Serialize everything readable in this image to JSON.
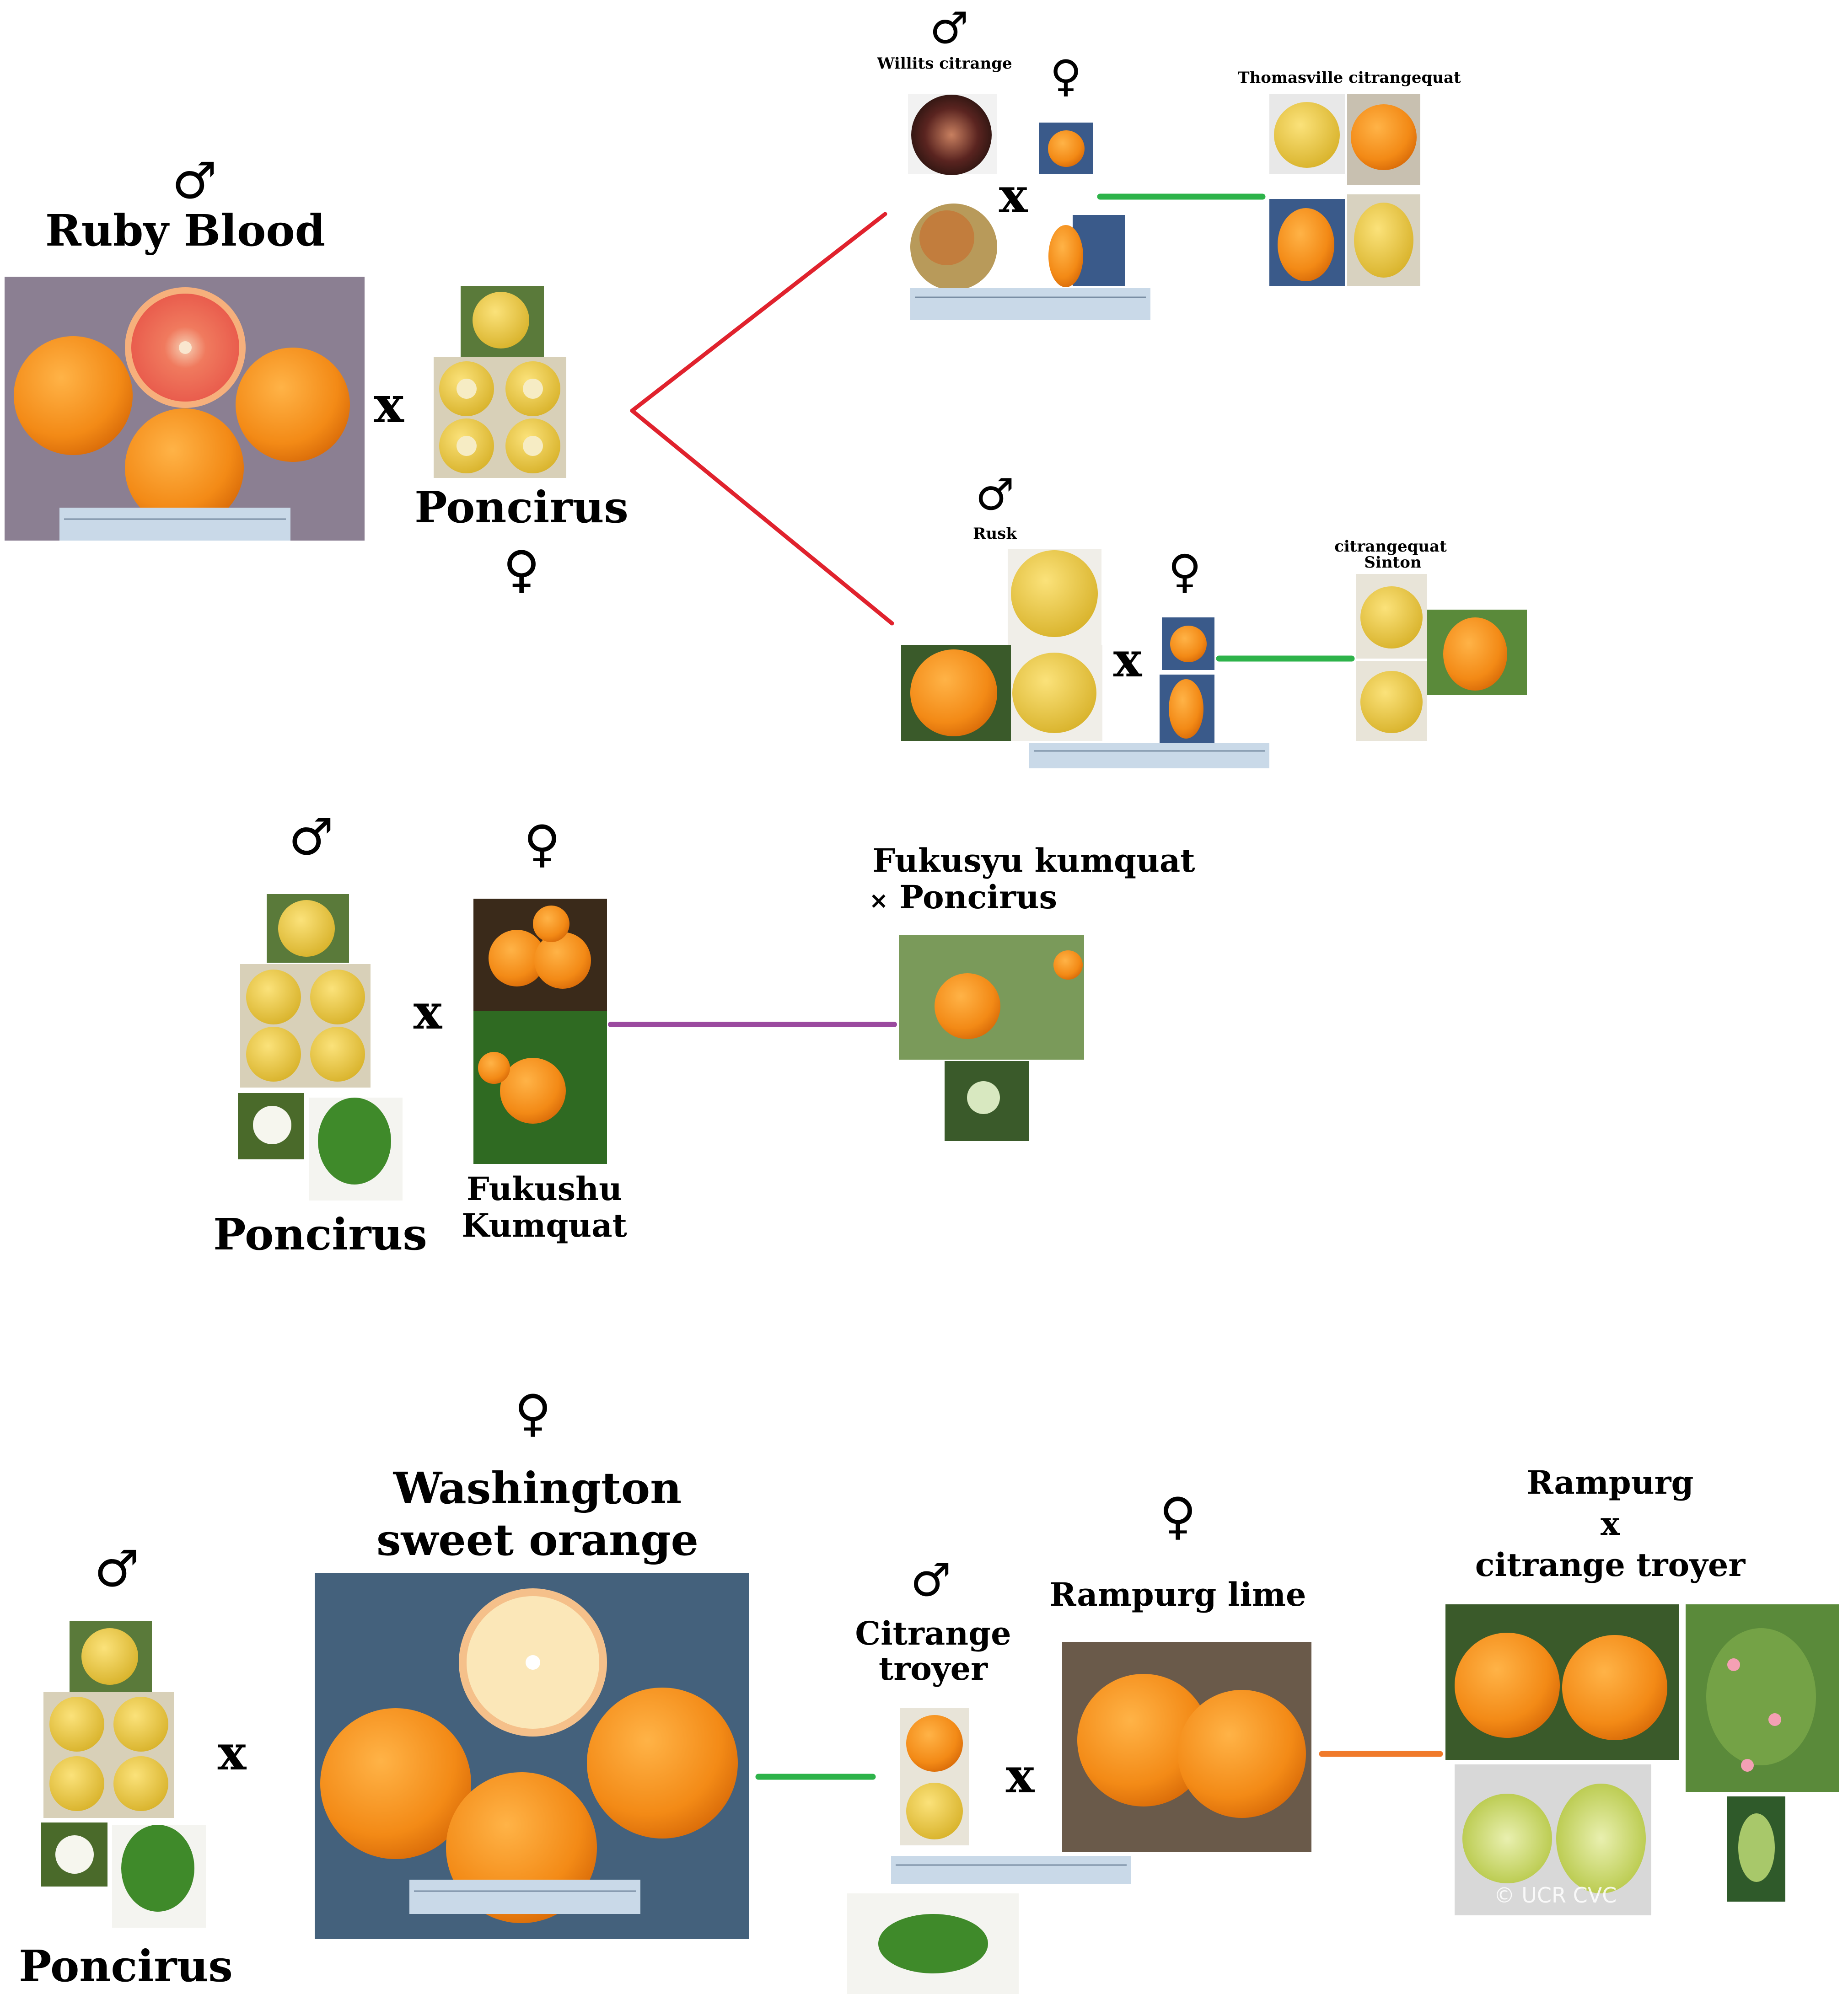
{
  "symbols": {
    "male": "♂",
    "female": "♀",
    "cross": "x",
    "cross_small": "×"
  },
  "colors": {
    "red_line": "#e0222d",
    "green_line": "#2db34a",
    "purple_line": "#9b4a9f",
    "orange_line": "#f07a2a",
    "orange_fruit": "#f38a16",
    "blood_flesh": "#e8584a",
    "poncirus_yellow": "#e7c93a",
    "leaf_green": "#3f8a2a",
    "photo_bg_purple": "#8b7f92",
    "photo_bg_navy": "#44617c",
    "ruler_blue": "#c9d9e8"
  },
  "cross1": {
    "male_parent": "Ruby Blood",
    "female_parent": "Poncirus",
    "offspring_a": {
      "male_parent": "Willits citrange",
      "result": "Thomasville citrangequat"
    },
    "offspring_b": {
      "male_parent": "Rusk",
      "result_line1": "citrangequat",
      "result_line2": "Sinton"
    }
  },
  "cross2": {
    "male_parent": "Poncirus",
    "female_parent_line1": "Fukushu",
    "female_parent_line2": "Kumquat",
    "result_line1": "Fukusyu kumquat",
    "result_line2": "Poncirus"
  },
  "cross3": {
    "male_parent": "Poncirus",
    "female_parent_line1": "Washington",
    "female_parent_line2": "sweet orange",
    "intermediate_line1": "Citrange",
    "intermediate_line2": "troyer",
    "second_female": "Rampurg lime",
    "result_line1": "Rampurg",
    "result_line2": "x",
    "result_line3": "citrange troyer"
  },
  "watermarks": {
    "ucr": "© UCR CVC"
  }
}
